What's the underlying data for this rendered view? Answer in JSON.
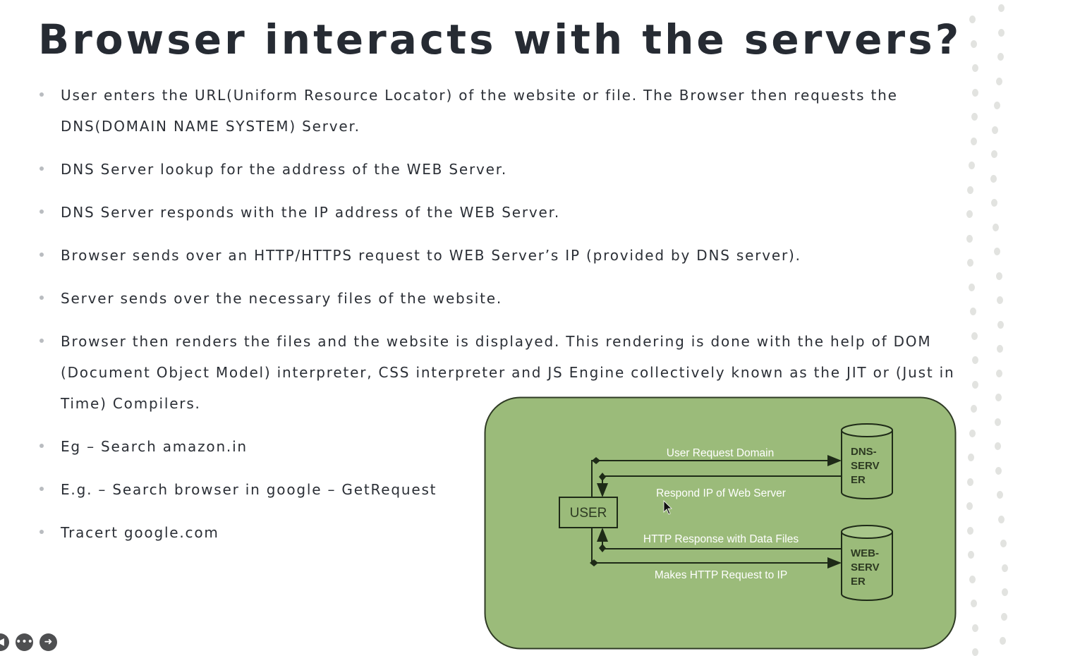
{
  "slide": {
    "title": "Browser interacts with the servers?",
    "bullets": [
      "User enters the URL(Uniform Resource Locator) of the website or file. The Browser then requests the DNS(DOMAIN NAME SYSTEM) Server.",
      "DNS Server lookup for the address of the WEB Server.",
      "DNS Server responds with the IP address of the WEB Server.",
      "Browser sends over an HTTP/HTTPS request to WEB Server’s IP (provided by DNS server).",
      "Server sends over the necessary files of the website.",
      "Browser then renders the files and the website is displayed. This rendering is done with the help of DOM (Document Object Model) interpreter, CSS interpreter and JS Engine collectively known as the JIT or (Just in Time) Compilers.",
      "Eg – Search amazon.in",
      "E.g. – Search browser in google – GetRequest",
      "Tracert google.com"
    ]
  },
  "diagram": {
    "user_label": "USER",
    "dns_server_label": [
      "DNS-",
      "SERV",
      "ER"
    ],
    "web_server_label": [
      "WEB-",
      "SERV",
      "ER"
    ],
    "arrows": {
      "user_request_domain": "User Request Domain",
      "respond_ip": "Respond IP of Web Server",
      "http_response": "HTTP Response with Data Files",
      "http_request": "Makes HTTP Request to IP"
    },
    "colors": {
      "panel_fill": "#9bbb7a",
      "panel_stroke": "#2f3b25",
      "box_stroke": "#1e2a17",
      "label_text": "#ffffff",
      "node_text": "#2d3a22"
    }
  },
  "controls": {
    "icons": [
      "previous-icon",
      "more-options-icon",
      "next-icon"
    ]
  }
}
